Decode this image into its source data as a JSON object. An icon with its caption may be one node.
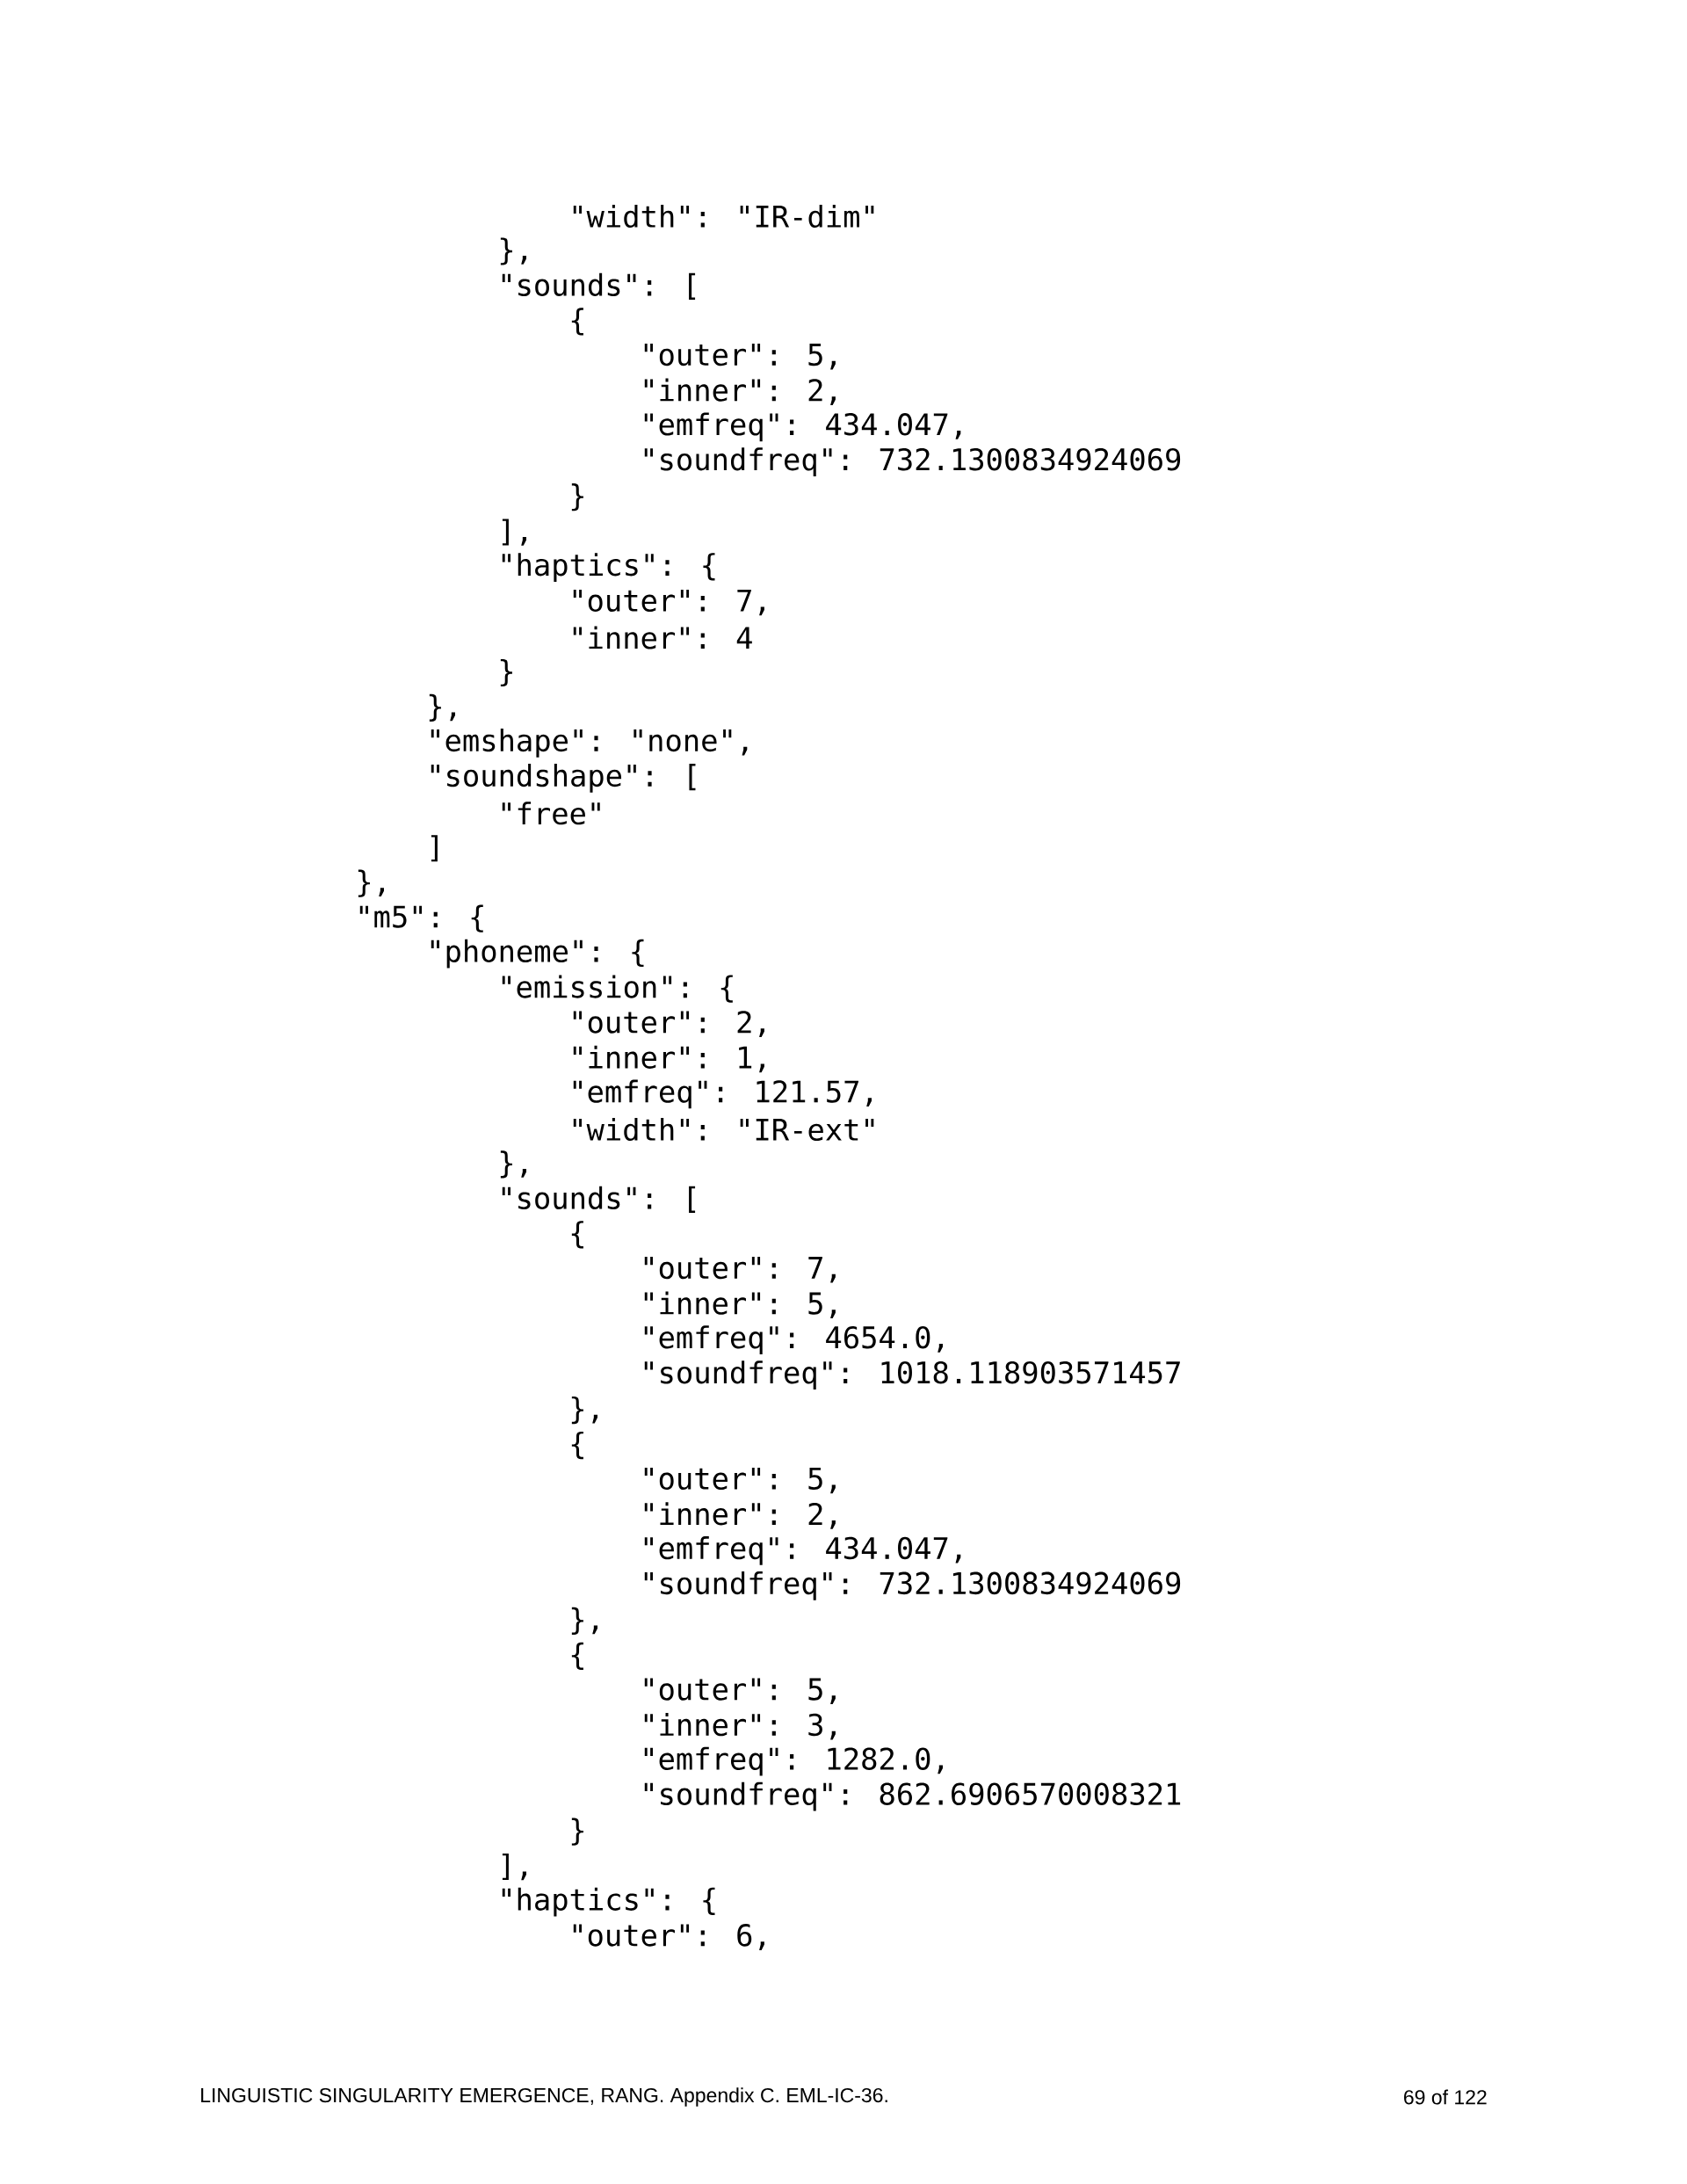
{
  "diagram": {
    "labels": [
      "\"width\": \"IR-dim\"",
      "},",
      "\"sounds\": [",
      "{",
      "\"outer\": 5,",
      "\"inner\": 2,",
      "\"emfreq\": 434.047,",
      "\"soundfreq\": 732.1300834924069",
      "}",
      "],",
      "\"haptics\": {",
      "\"outer\": 7,",
      "\"inner\": 4",
      "}",
      "},",
      "\"emshape\": \"none\",",
      "\"soundshape\": [",
      "\"free\"",
      "]",
      "},",
      "\"m5\": {",
      "\"phoneme\": {",
      "\"emission\": {",
      "\"outer\": 2,",
      "\"inner\": 1,",
      "\"emfreq\": 121.57,",
      "\"width\": \"IR-ext\"",
      "},",
      "\"sounds\": [",
      "{",
      "\"outer\": 7,",
      "\"inner\": 5,",
      "\"emfreq\": 4654.0,",
      "\"soundfreq\": 1018.118903571457",
      "},",
      "{",
      "\"outer\": 5,",
      "\"inner\": 2,",
      "\"emfreq\": 434.047,",
      "\"soundfreq\": 732.1300834924069",
      "},",
      "{",
      "\"outer\": 5,",
      "\"inner\": 3,",
      "\"emfreq\": 1282.0,",
      "\"soundfreq\": 862.6906570008321",
      "}",
      "],",
      "\"haptics\": {",
      "\"outer\": 6,",
      "LINGUISTIC SINGULARITY EMERGENCE, RANG. Appendix C. EML-IC-36.",
      "69 of 122"
    ]
  }
}
